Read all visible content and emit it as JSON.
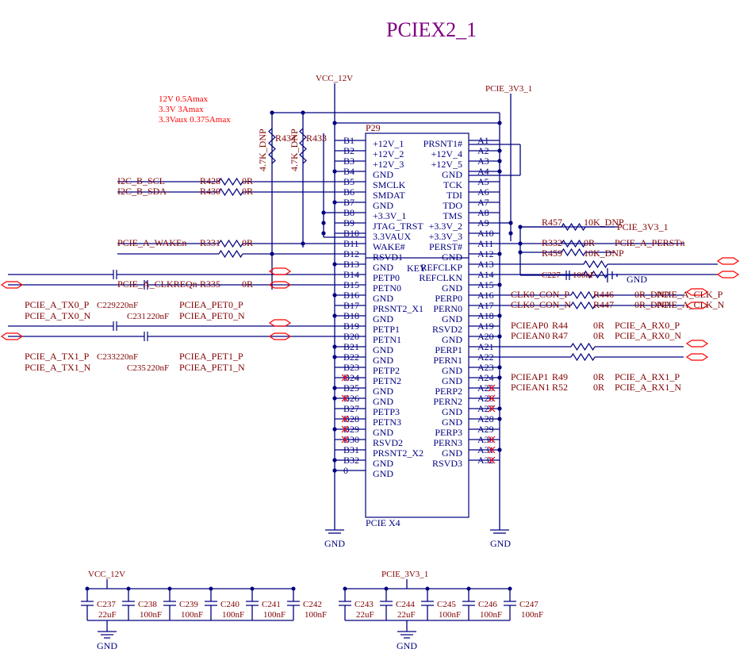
{
  "title": "PCIEX2_1",
  "power": {
    "vcc12_top": "VCC_12V",
    "v33_top": "PCIE_3V3_1",
    "notes": [
      "12V   0.5Amax",
      "3.3V   3Amax",
      "3.3Vaux   0.375Amax"
    ],
    "gnd": "GND"
  },
  "connector": {
    "ref": "P29",
    "part": "PCIE X4",
    "key": "KEY",
    "b_pins": [
      "B1",
      "B2",
      "B3",
      "B4",
      "B5",
      "B6",
      "B7",
      "B8",
      "B9",
      "B10",
      "B11",
      "B12",
      "B13",
      "B14",
      "B15",
      "B16",
      "B17",
      "B18",
      "B19",
      "B20",
      "B21",
      "B22",
      "B23",
      "B24",
      "B25",
      "B26",
      "B27",
      "B28",
      "B29",
      "B30",
      "B31",
      "B32",
      "0"
    ],
    "b_names": [
      "+12V_1",
      "+12V_2",
      "+12V_3",
      "GND",
      "SMCLK",
      "SMDAT",
      "GND",
      "+3.3V_1",
      "JTAG_TRST",
      "3.3VAUX",
      "WAKE#",
      "RSVD1",
      "GND",
      "PETP0",
      "PETN0",
      "GND",
      "PRSNT2_X1",
      "GND",
      "PETP1",
      "PETN1",
      "GND",
      "GND",
      "PETP2",
      "PETN2",
      "GND",
      "GND",
      "PETP3",
      "PETN3",
      "GND",
      "RSVD2",
      "PRSNT2_X2",
      "GND",
      "GND"
    ],
    "a_pins": [
      "A1",
      "A2",
      "A3",
      "A4",
      "A5",
      "A6",
      "A7",
      "A8",
      "A9",
      "A10",
      "A11",
      "A12",
      "A13",
      "A14",
      "A15",
      "A16",
      "A17",
      "A18",
      "A19",
      "A20",
      "A21",
      "A22",
      "A23",
      "A24",
      "A25",
      "A26",
      "A27",
      "A28",
      "A29",
      "A30",
      "A31",
      "A32"
    ],
    "a_names": [
      "PRSNT1#",
      "+12V_4",
      "+12V_5",
      "GND",
      "TCK",
      "TDI",
      "TDO",
      "TMS",
      "+3.3V_2",
      "+3.3V_3",
      "PERST#",
      "GND",
      "REFCLKP",
      "REFCLKN",
      "GND",
      "PERP0",
      "PERN0",
      "GND",
      "RSVD2",
      "GND",
      "PERP1",
      "PERN1",
      "GND",
      "GND",
      "PERP2",
      "PERN2",
      "GND",
      "GND",
      "PERP3",
      "PERN3",
      "GND",
      "RSVD3"
    ]
  },
  "left_nets": {
    "i2c_scl": "I2C_B_SCL",
    "i2c_sda": "I2C_B_SDA",
    "wake": "PCIE_A_WAKEn",
    "clkreq": "PCIE_A_CLKREQn",
    "tx0p": "PCIE_A_TX0_P",
    "tx0n": "PCIE_A_TX0_N",
    "tx1p": "PCIE_A_TX1_P",
    "tx1n": "PCIE_A_TX1_N",
    "pet0p": "PCIEA_PET0_P",
    "pet0n": "PCIEA_PET0_N",
    "pet1p": "PCIEA_PET1_P",
    "pet1n": "PCIEA_PET1_N"
  },
  "left_parts": {
    "r428": "R428",
    "r430": "R430",
    "r331": "R331",
    "r335": "R335",
    "r434": "R434",
    "r433": "R433",
    "dnp": "4.7K_DNP",
    "zero": "0R",
    "c229": "C229",
    "c231": "C231",
    "c233": "C233",
    "c235": "C235",
    "cval": "220nF"
  },
  "right_nets": {
    "pwr33": "PCIE_3V3_1",
    "perst": "PCIE_A_PERSTn",
    "clk0p": "CLK0_CON_P",
    "clk0n": "CLK0_CON_N",
    "clkp": "PCIE_A_CLK_P",
    "clkn": "PCIE_A_CLK_N",
    "peap0": "PCIEAP0",
    "pean0": "PCIEAN0",
    "peap1": "PCIEAP1",
    "pean1": "PCIEAN1",
    "rx0p": "PCIE_A_RX0_P",
    "rx0n": "PCIE_A_RX0_N",
    "rx1p": "PCIE_A_RX1_P",
    "rx1n": "PCIE_A_RX1_N"
  },
  "right_parts": {
    "r457": "R457",
    "r332": "R332",
    "r459": "R459",
    "c227": "C227",
    "c227v": "100nF",
    "r446": "R446",
    "r447": "R447",
    "r44": "R44",
    "r47": "R47",
    "r49": "R49",
    "r52": "R52",
    "k10dnp": "10K_DNP",
    "zero": "0R",
    "zero_dnp": "0R_DNP"
  },
  "bottom_left": {
    "rail": "VCC_12V",
    "caps": [
      {
        "ref": "C237",
        "val": "22uF"
      },
      {
        "ref": "C238",
        "val": "100nF"
      },
      {
        "ref": "C239",
        "val": "100nF"
      },
      {
        "ref": "C240",
        "val": "100nF"
      },
      {
        "ref": "C241",
        "val": "100nF"
      },
      {
        "ref": "C242",
        "val": "100nF"
      }
    ]
  },
  "bottom_right": {
    "rail": "PCIE_3V3_1",
    "caps": [
      {
        "ref": "C243",
        "val": "22uF"
      },
      {
        "ref": "C244",
        "val": "22uF"
      },
      {
        "ref": "C245",
        "val": "100nF"
      },
      {
        "ref": "C246",
        "val": "100nF"
      },
      {
        "ref": "C247",
        "val": "100nF"
      }
    ]
  }
}
